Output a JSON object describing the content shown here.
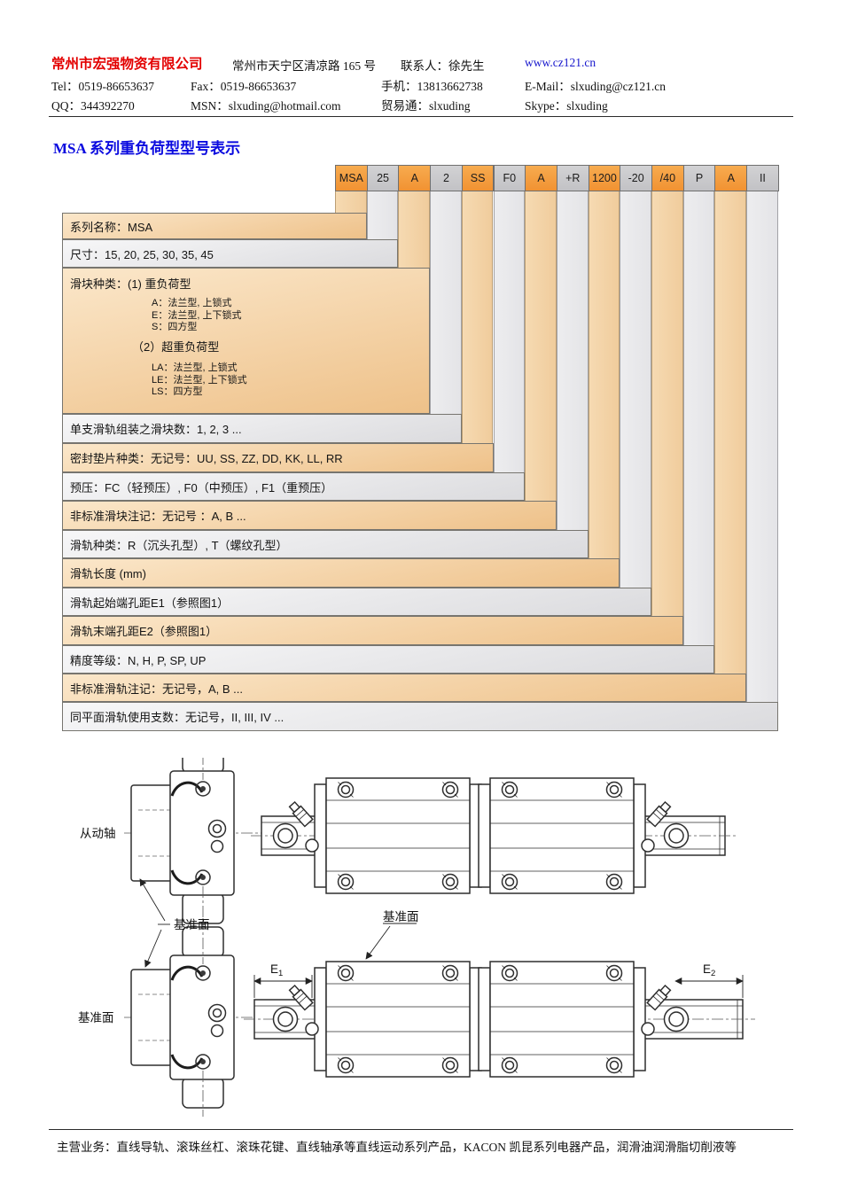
{
  "header": {
    "company": "常州市宏强物资有限公司",
    "address": "常州市天宁区清凉路 165 号",
    "contact": "联系人：徐先生",
    "website": "www.cz121.cn",
    "tel": "Tel：0519-86653637",
    "fax": "Fax：0519-86653637",
    "mobile": "手机：13813662738",
    "email": "E-Mail：slxuding@cz121.cn",
    "qq": "QQ：344392270",
    "msn": "MSN：slxuding@hotmail.com",
    "trade": "贸易通：slxuding",
    "skype": "Skype：slxuding"
  },
  "title": "MSA 系列重负荷型型号表示",
  "model_diagram": {
    "segments": [
      {
        "code": "MSA",
        "label": "系列名称：MSA"
      },
      {
        "code": "25",
        "label": "尺寸：15, 20, 25, 30, 35, 45"
      },
      {
        "code": "A",
        "label": "滑块种类：(1) 重负荷型",
        "sub": {
          "heavy": [
            "A：法兰型, 上锁式",
            "E：法兰型, 上下锁式",
            "S：四方型"
          ],
          "super_heading": "（2）超重负荷型",
          "super": [
            "LA：法兰型, 上锁式",
            "LE：法兰型, 上下锁式",
            "LS：四方型"
          ]
        }
      },
      {
        "code": "2",
        "label": "单支滑轨组装之滑块数：1, 2, 3 ..."
      },
      {
        "code": "SS",
        "label": "密封垫片种类：无记号：UU, SS, ZZ, DD, KK, LL, RR"
      },
      {
        "code": "F0",
        "label": "预压：FC（轻预压）, F0（中预压）, F1（重预压）"
      },
      {
        "code": "A",
        "label": "非标准滑块注记：无记号 ：A, B ..."
      },
      {
        "code": "+R",
        "label": "滑轨种类：R（沉头孔型）, T（螺纹孔型）"
      },
      {
        "code": "1200",
        "label": "滑轨长度 (mm)"
      },
      {
        "code": "-20",
        "label": "滑轨起始端孔距E1（参照图1）"
      },
      {
        "code": "/40",
        "label": "滑轨末端孔距E2（参照图1）"
      },
      {
        "code": "P",
        "label": "精度等级：N, H, P, SP, UP"
      },
      {
        "code": "A",
        "label": "非标准滑轨注记：无记号，A, B ..."
      },
      {
        "code": "II",
        "label": "同平面滑轨使用支数：无记号，II, III, IV ..."
      }
    ],
    "colors": {
      "code_orange": "#F19232",
      "code_gray": "#C8C8CB",
      "band_orange": "#EEC189",
      "band_gray": "#E3E3E6",
      "strip_orange": "#F3D3A7",
      "strip_gray": "#EAEAEC"
    }
  },
  "drawings": {
    "driven_shaft_label": "从动轴",
    "datum_label": "基准面",
    "e1": {
      "base": "E",
      "sub": "1"
    },
    "e2": {
      "base": "E",
      "sub": "2"
    }
  },
  "footer": {
    "text": "主营业务：直线导轨、滚珠丝杠、滚珠花键、直线轴承等直线运动系列产品，KACON 凯昆系列电器产品，润滑油润滑脂切削液等"
  }
}
